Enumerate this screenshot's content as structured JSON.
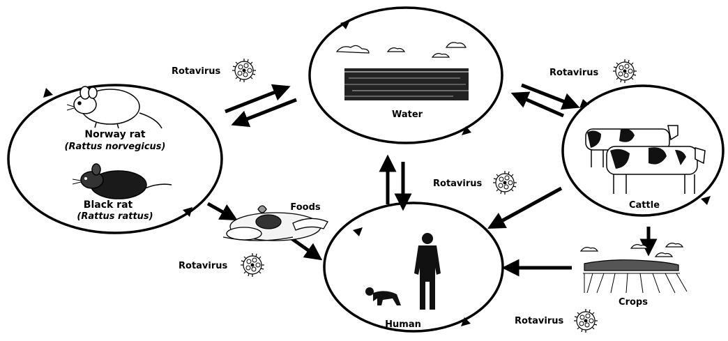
{
  "nodes": {
    "water": {
      "label": "Water"
    },
    "rats": {
      "norway_common": "Norway rat",
      "norway_scientific": "(Rattus norvegicus)",
      "black_common": "Black rat",
      "black_scientific": "(Rattus rattus)"
    },
    "cattle": {
      "label": "Cattle"
    },
    "human": {
      "label": "Human"
    },
    "foods": {
      "label": "Foods"
    },
    "crops": {
      "label": "Crops"
    }
  },
  "pathogen": {
    "label": "Rotavirus",
    "icon": "virus-icon"
  },
  "colors": {
    "ink": "#000000",
    "background": "#ffffff"
  }
}
